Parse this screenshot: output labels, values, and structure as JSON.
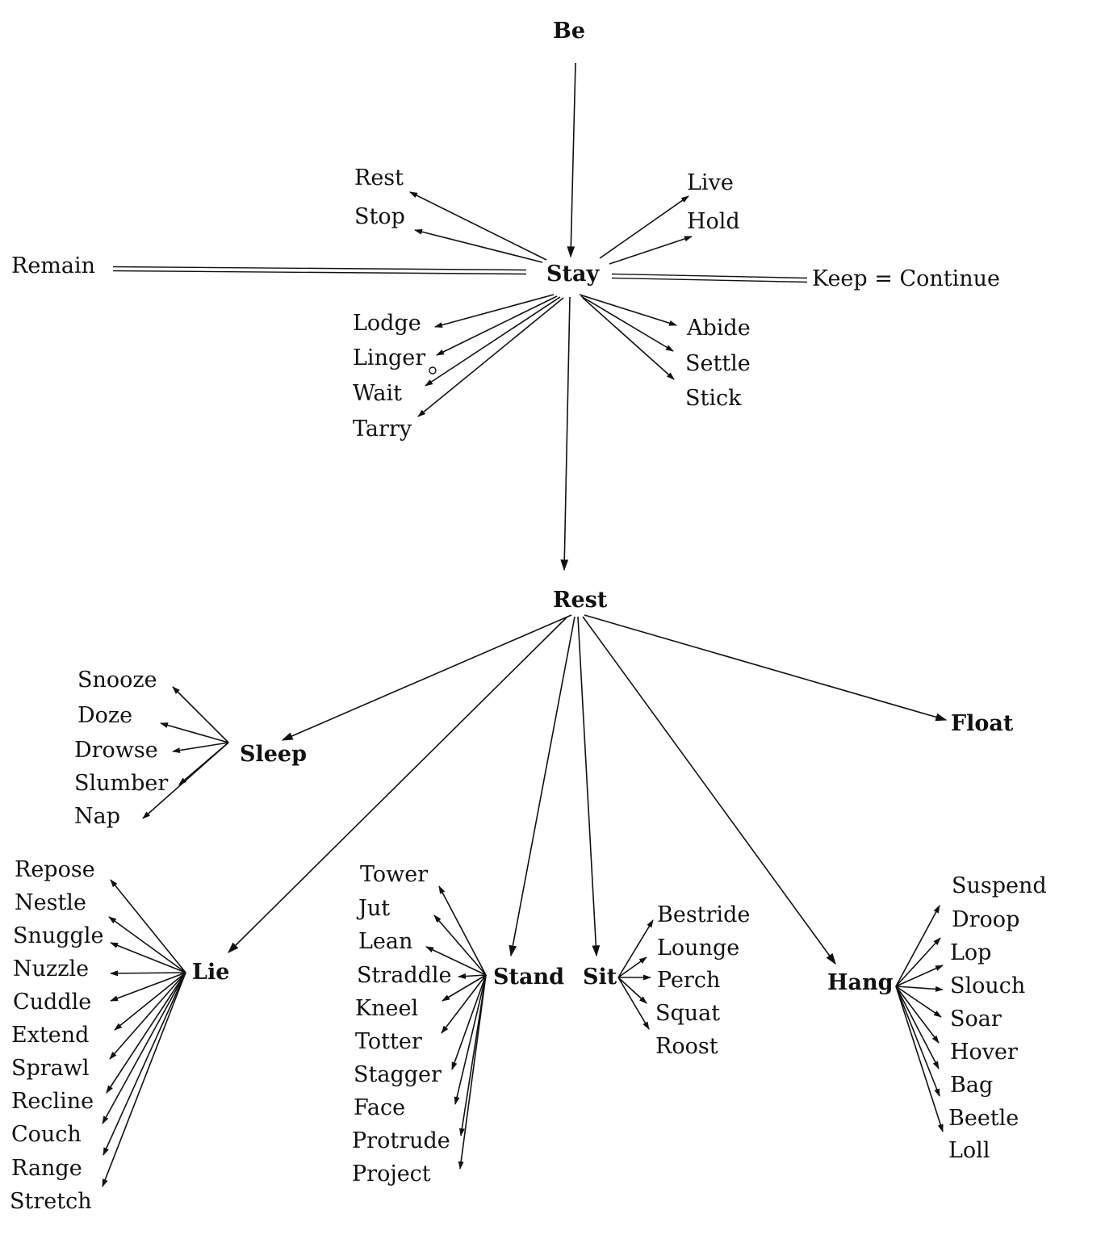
{
  "colors": {
    "ink": "#111111",
    "background": "#ffffff"
  },
  "hubs": {
    "be": "Be",
    "stay": "Stay",
    "rest": "Rest",
    "sleep": "Sleep",
    "float": "Float",
    "lie": "Lie",
    "stand": "Stand",
    "sit": "Sit",
    "hang": "Hang"
  },
  "stay_synonyms": {
    "left": "Remain",
    "right": "Keep = Continue"
  },
  "stay_children": {
    "upper_left": [
      "Rest",
      "Stop"
    ],
    "upper_right": [
      "Live",
      "Hold"
    ],
    "lower_left": [
      "Lodge",
      "Linger",
      "Wait",
      "Tarry"
    ],
    "lower_right": [
      "Abide",
      "Settle",
      "Stick"
    ]
  },
  "sleep_children": [
    "Snooze",
    "Doze",
    "Drowse",
    "Slumber",
    "Nap"
  ],
  "lie_children": [
    "Repose",
    "Nestle",
    "Snuggle",
    "Nuzzle",
    "Cuddle",
    "Extend",
    "Sprawl",
    "Recline",
    "Couch",
    "Range",
    "Stretch"
  ],
  "stand_children": [
    "Tower",
    "Jut",
    "Lean",
    "Straddle",
    "Kneel",
    "Totter",
    "Stagger",
    "Face",
    "Protrude",
    "Project"
  ],
  "sit_children": [
    "Bestride",
    "Lounge",
    "Perch",
    "Squat",
    "Roost"
  ],
  "hang_children": [
    "Suspend",
    "Droop",
    "Lop",
    "Slouch",
    "Soar",
    "Hover",
    "Bag",
    "Beetle",
    "Loll"
  ]
}
